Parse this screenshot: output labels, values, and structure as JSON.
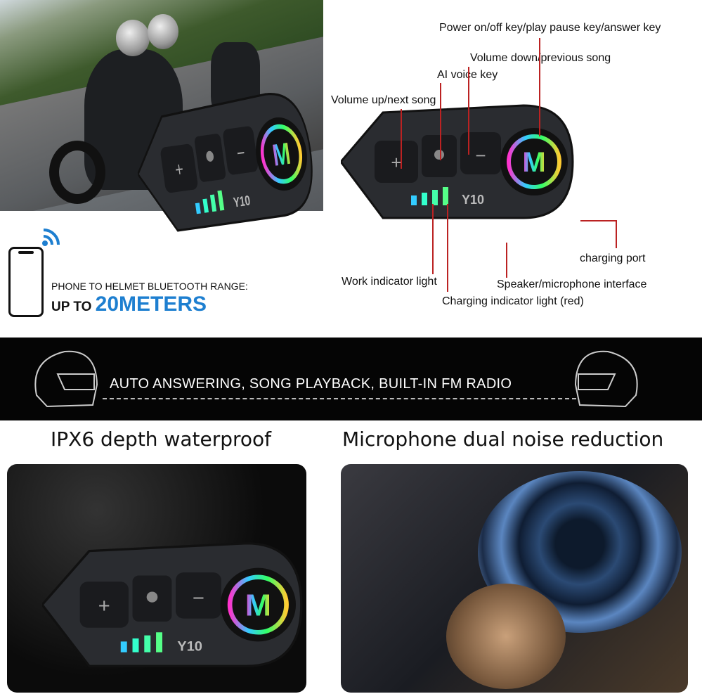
{
  "callouts": {
    "power": "Power on/off key/play pause key/answer key",
    "vol_down": "Volume down/previous song",
    "ai_voice": "AI voice key",
    "vol_up": "Volume up/next song",
    "charging_port": "charging port",
    "work_light": "Work indicator light",
    "speaker_mic": "Speaker/microphone interface",
    "charging_light": "Charging indicator light (red)"
  },
  "device": {
    "model": "Y10",
    "logo": "M",
    "plus": "+",
    "minus": "−"
  },
  "range": {
    "line1": "PHONE TO HELMET BLUETOOTH RANGE:",
    "prefix": "UP TO ",
    "value": "20METERS"
  },
  "banner": {
    "text": "AUTO ANSWERING, SONG PLAYBACK, BUILT-IN FM RADIO"
  },
  "features": [
    {
      "title": "IPX6 depth waterproof"
    },
    {
      "title": "Microphone dual noise reduction"
    }
  ],
  "colors": {
    "accent": "#1e7fd0",
    "callout_line": "#b22222"
  }
}
